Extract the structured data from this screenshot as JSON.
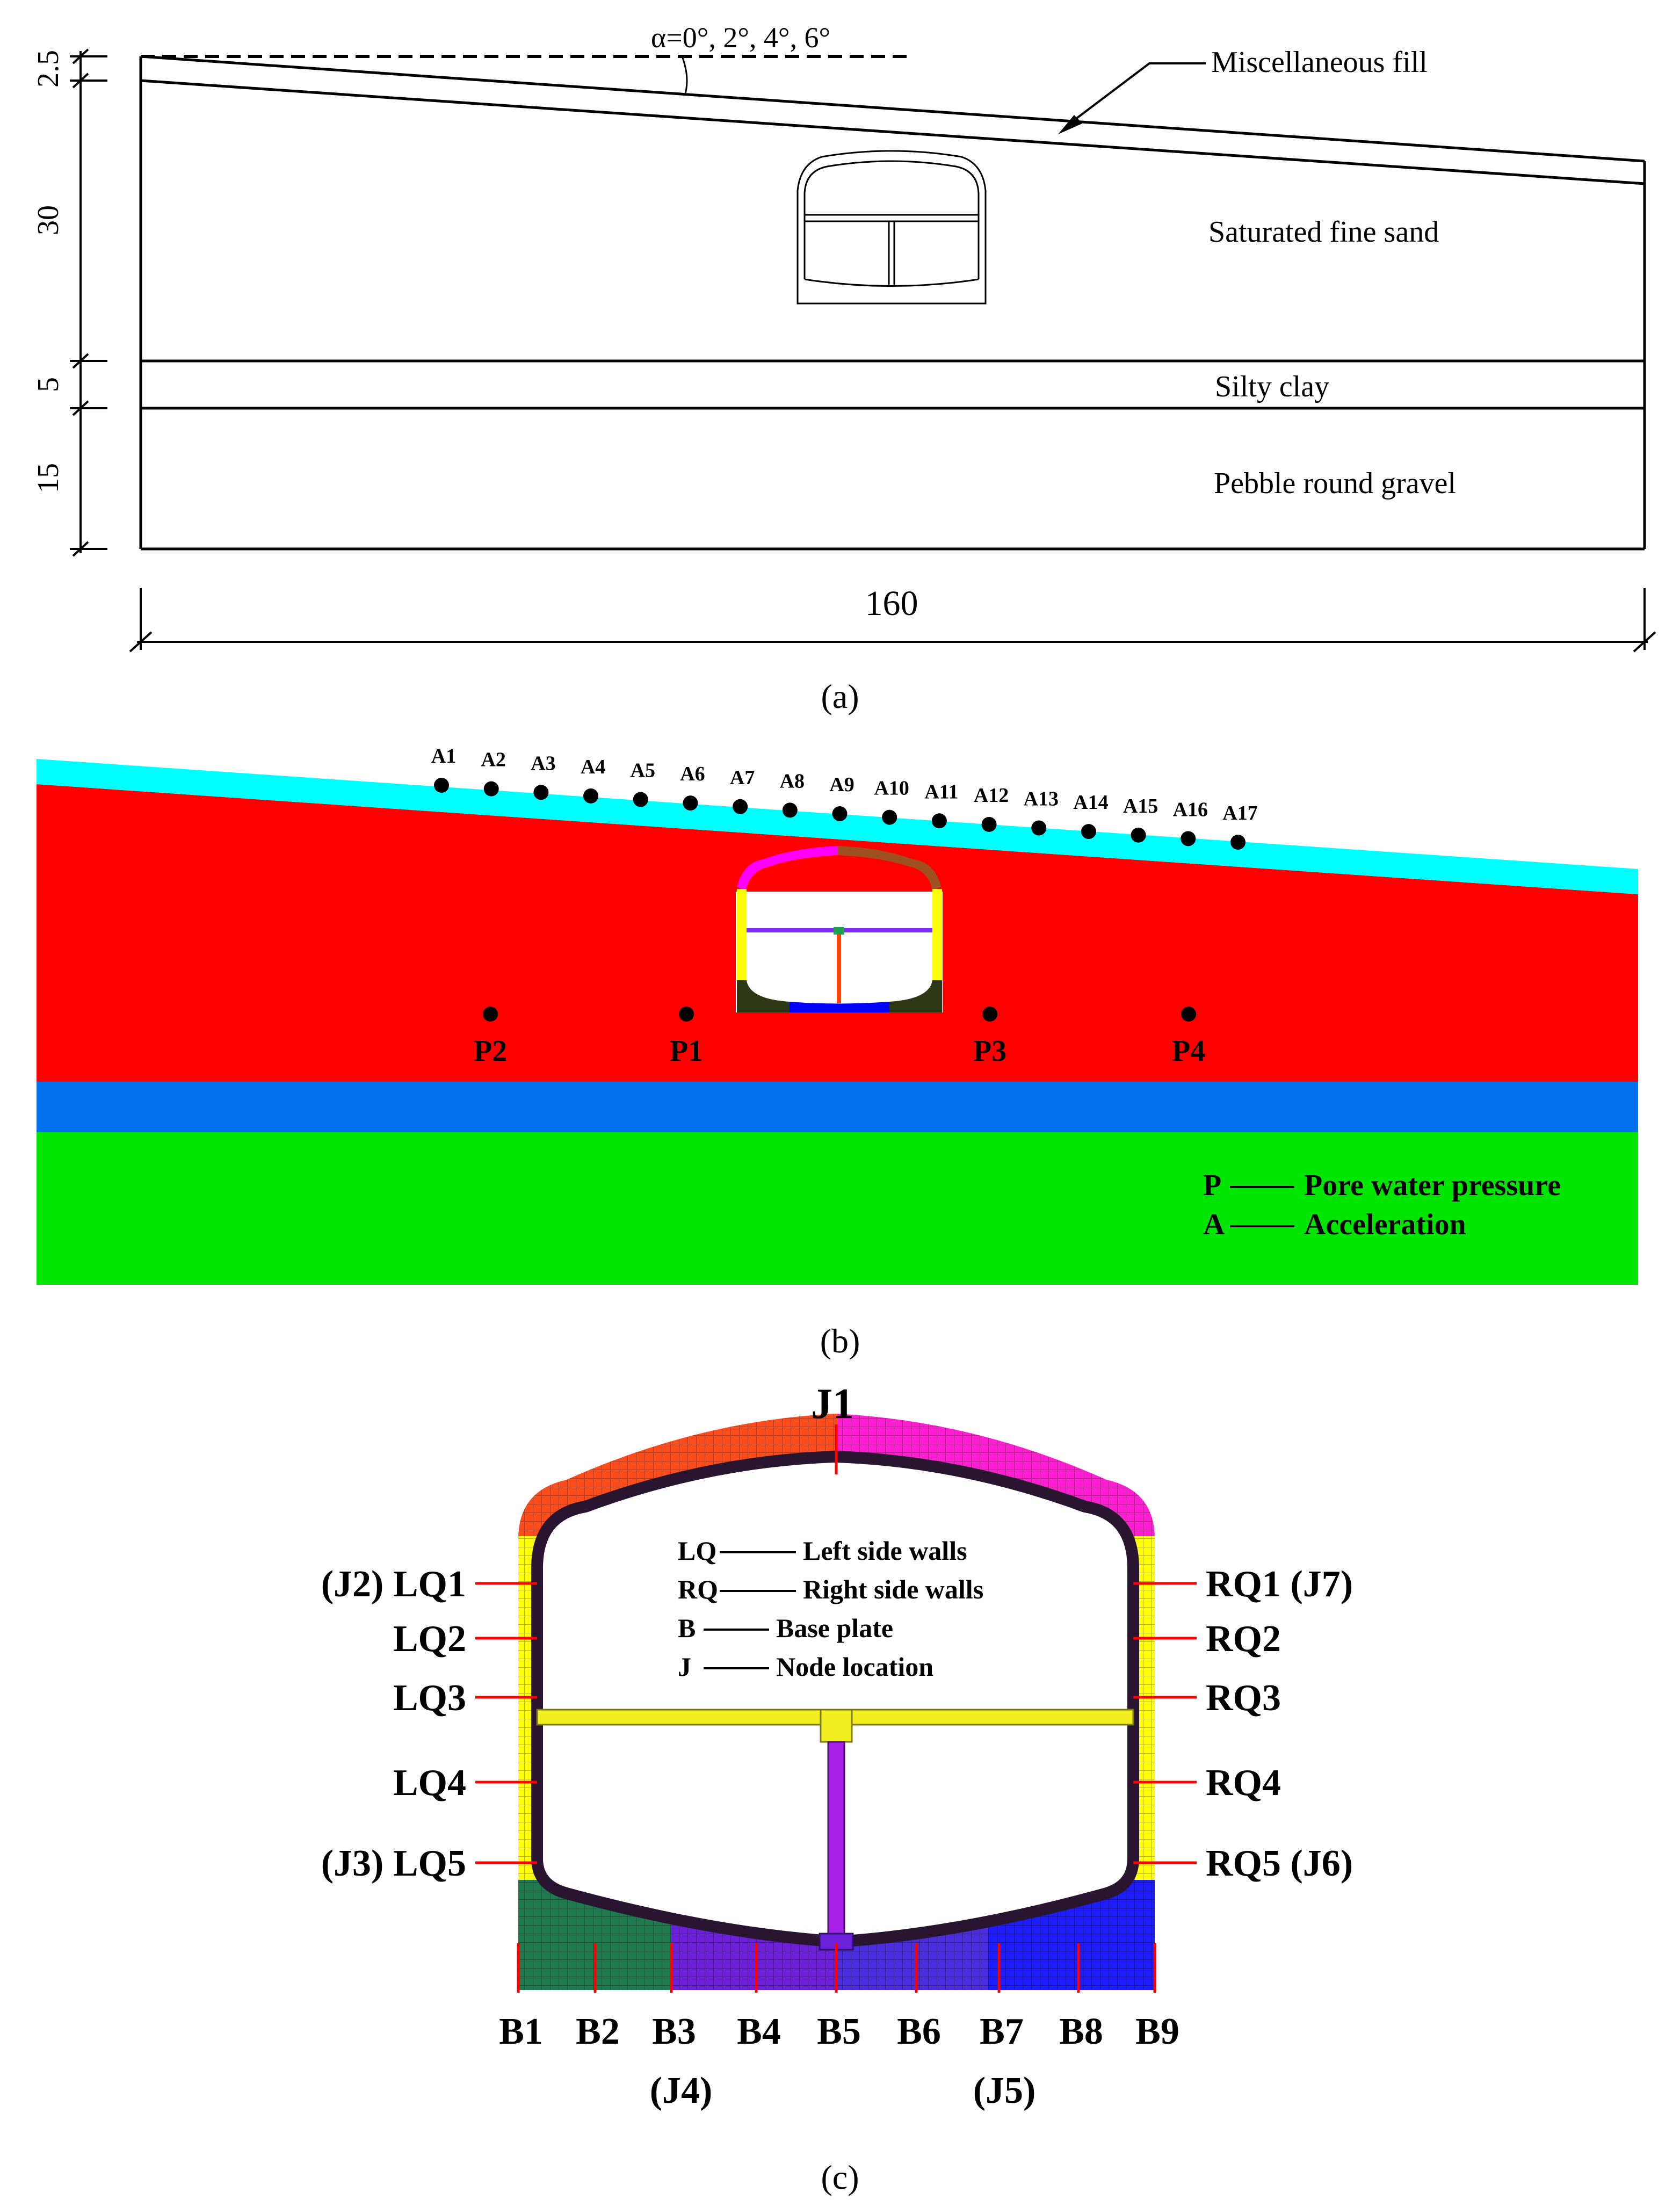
{
  "panel_a": {
    "angle_label": "α=0°, 2°, 4°, 6°",
    "layers": [
      "Miscellaneous fill",
      "Saturated fine sand",
      "Silty clay",
      "Pebble round gravel"
    ],
    "dims": [
      "2.5",
      "30",
      "5",
      "15"
    ],
    "width_dim": "160",
    "caption": "(a)"
  },
  "panel_b": {
    "accel_points": [
      "A1",
      "A2",
      "A3",
      "A4",
      "A5",
      "A6",
      "A7",
      "A8",
      "A9",
      "A10",
      "A11",
      "A12",
      "A13",
      "A14",
      "A15",
      "A16",
      "A17"
    ],
    "pore_points": [
      "P2",
      "P1",
      "P3",
      "P4"
    ],
    "legend": [
      {
        "key": "P",
        "text": "Pore water pressure"
      },
      {
        "key": "A",
        "text": "Acceleration"
      }
    ],
    "colors": {
      "fill": "#00ffff",
      "sand": "#ff0000",
      "clay": "#0070ec",
      "gravel": "#00e600"
    },
    "caption": "(b)"
  },
  "panel_c": {
    "top_label": "J1",
    "left_labels": [
      "(J2) LQ1",
      "LQ2",
      "LQ3",
      "LQ4",
      "(J3) LQ5"
    ],
    "right_labels": [
      "RQ1 (J7)",
      "RQ2",
      "RQ3",
      "RQ4",
      "RQ5 (J6)"
    ],
    "bottom_labels": [
      "B1",
      "B2",
      "B3",
      "B4",
      "B5",
      "B6",
      "B7",
      "B8",
      "B9"
    ],
    "bottom_sub": [
      "(J4)",
      "(J5)"
    ],
    "legend": [
      {
        "key": "LQ",
        "text": "Left side walls"
      },
      {
        "key": "RQ",
        "text": "Right side walls"
      },
      {
        "key": "B",
        "text": "Base plate"
      },
      {
        "key": "J",
        "text": "Node location"
      }
    ],
    "caption": "(c)"
  }
}
